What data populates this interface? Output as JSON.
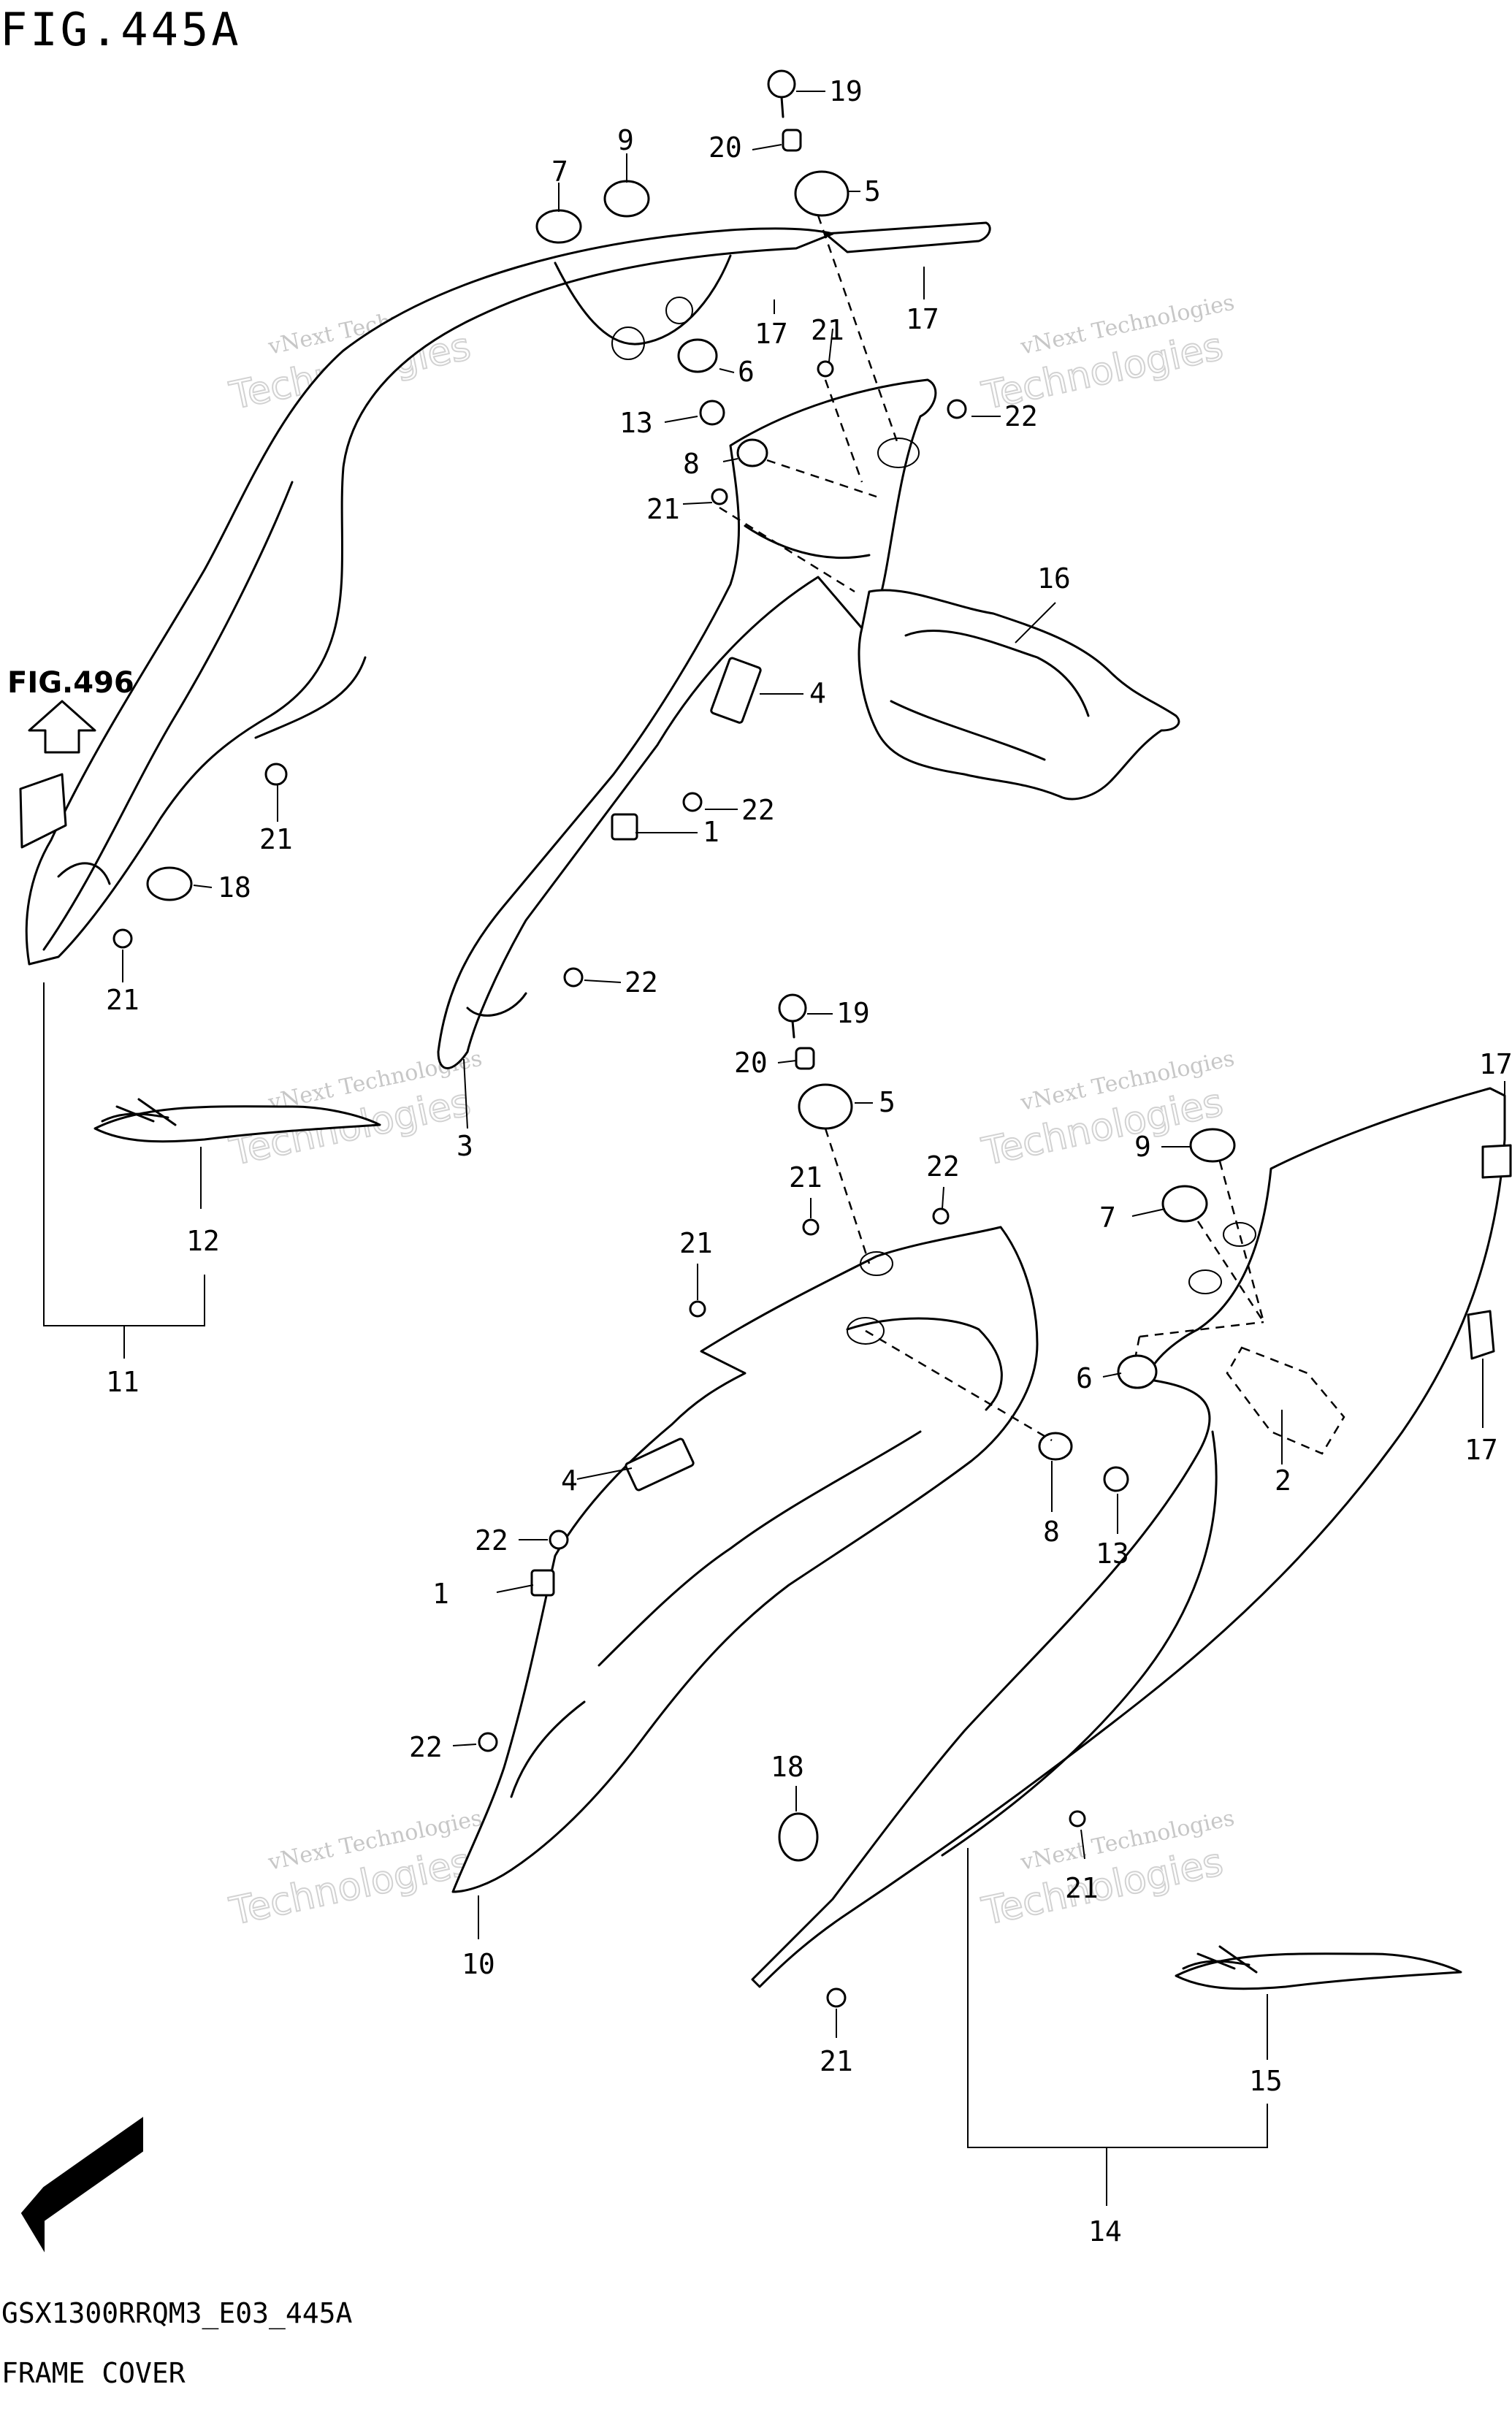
{
  "title": "FIG.445A",
  "figure_reference": "FIG.496",
  "footer": {
    "drawing_code": "GSX1300RRQM3_E03_445A",
    "section_name": "FRAME COVER"
  },
  "direction_badge": "FWD",
  "watermark": {
    "line1": "vNext Technologies",
    "line2": "Technologies"
  },
  "callouts": [
    {
      "id": "c19a",
      "label": "19"
    },
    {
      "id": "c20a",
      "label": "20"
    },
    {
      "id": "c7a",
      "label": "7"
    },
    {
      "id": "c9a",
      "label": "9"
    },
    {
      "id": "c5a",
      "label": "5"
    },
    {
      "id": "c17a",
      "label": "17"
    },
    {
      "id": "c17b",
      "label": "17"
    },
    {
      "id": "c21a",
      "label": "21"
    },
    {
      "id": "c6a",
      "label": "6"
    },
    {
      "id": "c13a",
      "label": "13"
    },
    {
      "id": "c22a",
      "label": "22"
    },
    {
      "id": "c8a",
      "label": "8"
    },
    {
      "id": "c21b",
      "label": "21"
    },
    {
      "id": "c16",
      "label": "16"
    },
    {
      "id": "c4a",
      "label": "4"
    },
    {
      "id": "c22b",
      "label": "22"
    },
    {
      "id": "c1a",
      "label": "1"
    },
    {
      "id": "c21c",
      "label": "21"
    },
    {
      "id": "c18a",
      "label": "18"
    },
    {
      "id": "c21d",
      "label": "21"
    },
    {
      "id": "c22c",
      "label": "22"
    },
    {
      "id": "c3",
      "label": "3"
    },
    {
      "id": "c12",
      "label": "12"
    },
    {
      "id": "c11",
      "label": "11"
    },
    {
      "id": "c19b",
      "label": "19"
    },
    {
      "id": "c20b",
      "label": "20"
    },
    {
      "id": "c5b",
      "label": "5"
    },
    {
      "id": "c21e",
      "label": "21"
    },
    {
      "id": "c22d",
      "label": "22"
    },
    {
      "id": "c21f",
      "label": "21"
    },
    {
      "id": "c17c",
      "label": "17"
    },
    {
      "id": "c9b",
      "label": "9"
    },
    {
      "id": "c7b",
      "label": "7"
    },
    {
      "id": "c6b",
      "label": "6"
    },
    {
      "id": "c17d",
      "label": "17"
    },
    {
      "id": "c4b",
      "label": "4"
    },
    {
      "id": "c2",
      "label": "2"
    },
    {
      "id": "c8b",
      "label": "8"
    },
    {
      "id": "c13b",
      "label": "13"
    },
    {
      "id": "c22e",
      "label": "22"
    },
    {
      "id": "c1b",
      "label": "1"
    },
    {
      "id": "c22f",
      "label": "22"
    },
    {
      "id": "c18b",
      "label": "18"
    },
    {
      "id": "c10",
      "label": "10"
    },
    {
      "id": "c21g",
      "label": "21"
    },
    {
      "id": "c21h",
      "label": "21"
    },
    {
      "id": "c15",
      "label": "15"
    },
    {
      "id": "c14",
      "label": "14"
    }
  ]
}
